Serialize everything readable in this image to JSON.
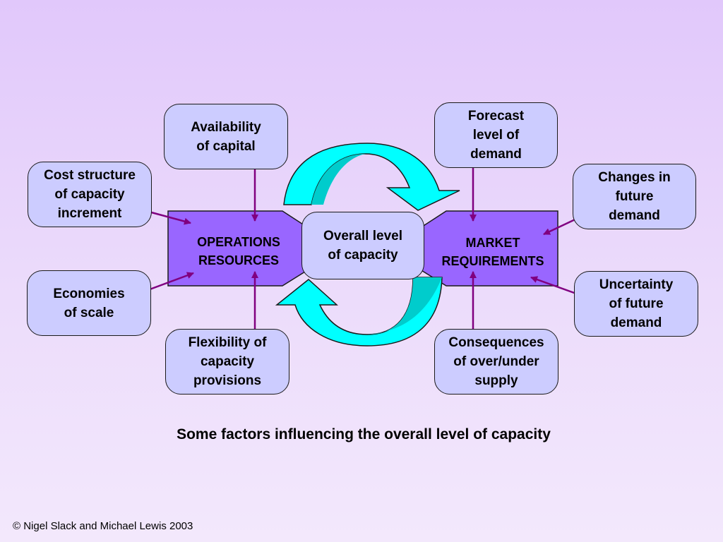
{
  "factors": {
    "availability_of_capital": "Availability\nof capital",
    "cost_structure": "Cost structure\nof capacity\nincrement",
    "economies_of_scale": "Economies\nof scale",
    "flexibility": "Flexibility of\ncapacity\nprovisions",
    "forecast_demand": "Forecast\nlevel of\ndemand",
    "changes_future_demand": "Changes in\nfuture\ndemand",
    "uncertainty_future_demand": "Uncertainty\nof future\ndemand",
    "consequences": "Consequences\nof over/under\nsupply"
  },
  "center": {
    "operations_resources": "OPERATIONS\nRESOURCES",
    "overall_capacity": "Overall level\nof capacity",
    "market_requirements": "MARKET\nREQUIREMENTS"
  },
  "caption": "Some factors influencing the overall level of capacity",
  "copyright": "© Nigel Slack and Michael Lewis 2003",
  "colors": {
    "box_fill": "#ccccff",
    "resource_fill": "#9966ff",
    "arrow_line": "#800080",
    "cycle_arrow_light": "#00ffff",
    "cycle_arrow_dark": "#00cccc"
  }
}
